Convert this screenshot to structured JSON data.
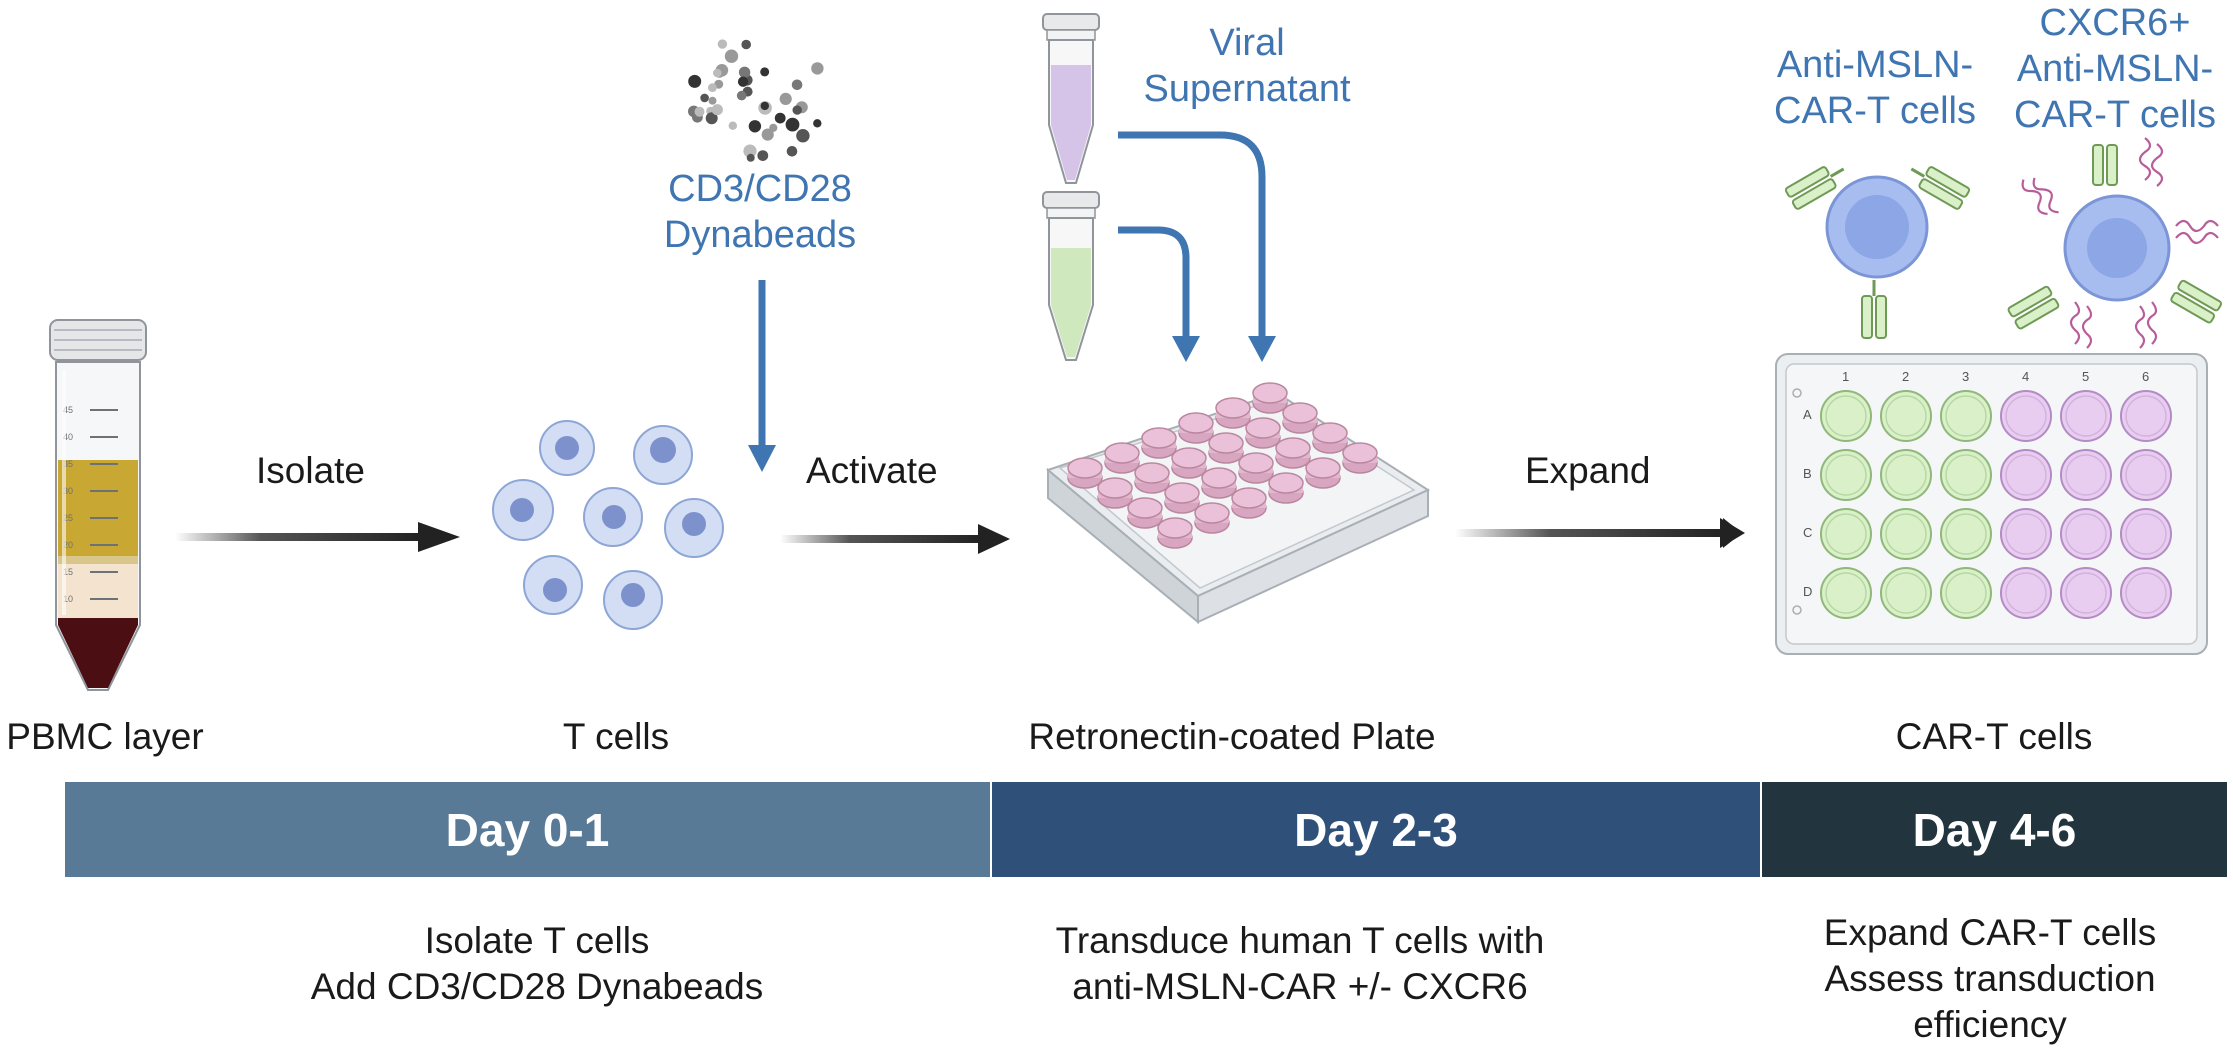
{
  "labels": {
    "pbmc": "PBMC layer",
    "tcells": "T cells",
    "plate": "Retronectin-coated Plate",
    "cart": "CAR-T cells",
    "isolate": "Isolate",
    "activate": "Activate",
    "expand": "Expand",
    "dynabeads_line1": "CD3/CD28",
    "dynabeads_line2": "Dynabeads",
    "viral_line1": "Viral",
    "viral_line2": "Supernatant",
    "anti_line1": "Anti-MSLN-",
    "anti_line2": "CAR-T cells",
    "cxcr_line1": "CXCR6+",
    "cxcr_line2": "Anti-MSLN-",
    "cxcr_line3": "CAR-T cells"
  },
  "timeline": [
    {
      "label": "Day 0-1",
      "color": "#587a97"
    },
    {
      "label": "Day 2-3",
      "color": "#2f5179"
    },
    {
      "label": "Day 4-6",
      "color": "#22353e"
    }
  ],
  "descriptions": {
    "day01": [
      "Isolate T cells",
      "Add CD3/CD28 Dynabeads"
    ],
    "day23": [
      "Transduce human T cells with",
      "anti-MSLN-CAR +/- CXCR6"
    ],
    "day46": [
      "Expand CAR-T cells",
      "Assess transduction",
      "efficiency"
    ]
  },
  "tube_marks": [
    "45",
    "40",
    "35",
    "30",
    "25",
    "20",
    "15",
    "10"
  ],
  "plate_columns": [
    "1",
    "2",
    "3",
    "4",
    "5",
    "6"
  ],
  "plate_rows": [
    "A",
    "B",
    "C",
    "D"
  ],
  "colors": {
    "accent_blue": "#3f75b1",
    "well_green": "#d9f0c8",
    "well_purple": "#e8cdf0",
    "well_pink": "#eac1d8",
    "cell_blue": "#a8bde6"
  }
}
